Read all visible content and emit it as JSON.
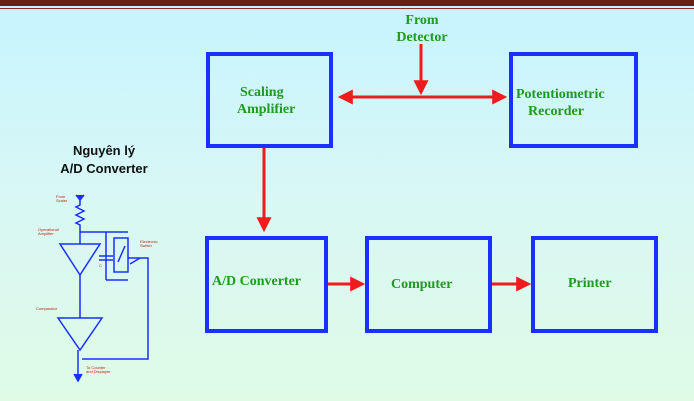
{
  "colors": {
    "box_border": "#1930ff",
    "label_text": "#1f9a1f",
    "arrow": "#ee1c1c",
    "header_bar": "#6b1a1a",
    "background_top": "#c6f4ff",
    "background_bottom": "#dffbe6"
  },
  "diagram": {
    "source_label_line1": "From",
    "source_label_line2": "Detector",
    "blocks": {
      "scaling_amplifier_line1": "Scaling",
      "scaling_amplifier_line2": "Amplifier",
      "recorder_line1": "Potentiometric",
      "recorder_line2": "Recorder",
      "ad_converter": "A/D Converter",
      "computer": "Computer",
      "printer": "Printer"
    }
  },
  "side_panel": {
    "title_line1": "Nguyên lý",
    "title_line2": "A/D Converter",
    "annotations": {
      "from_scaler_1": "From",
      "from_scaler_2": "Scaler",
      "op_amp_1": "Operational",
      "op_amp_2": "Amplifier",
      "switch_1": "Electronic",
      "switch_2": "Switch",
      "capacitor": "C",
      "comparator": "Comparator",
      "output_1": "To Counter",
      "output_2": "and Displayer"
    }
  }
}
